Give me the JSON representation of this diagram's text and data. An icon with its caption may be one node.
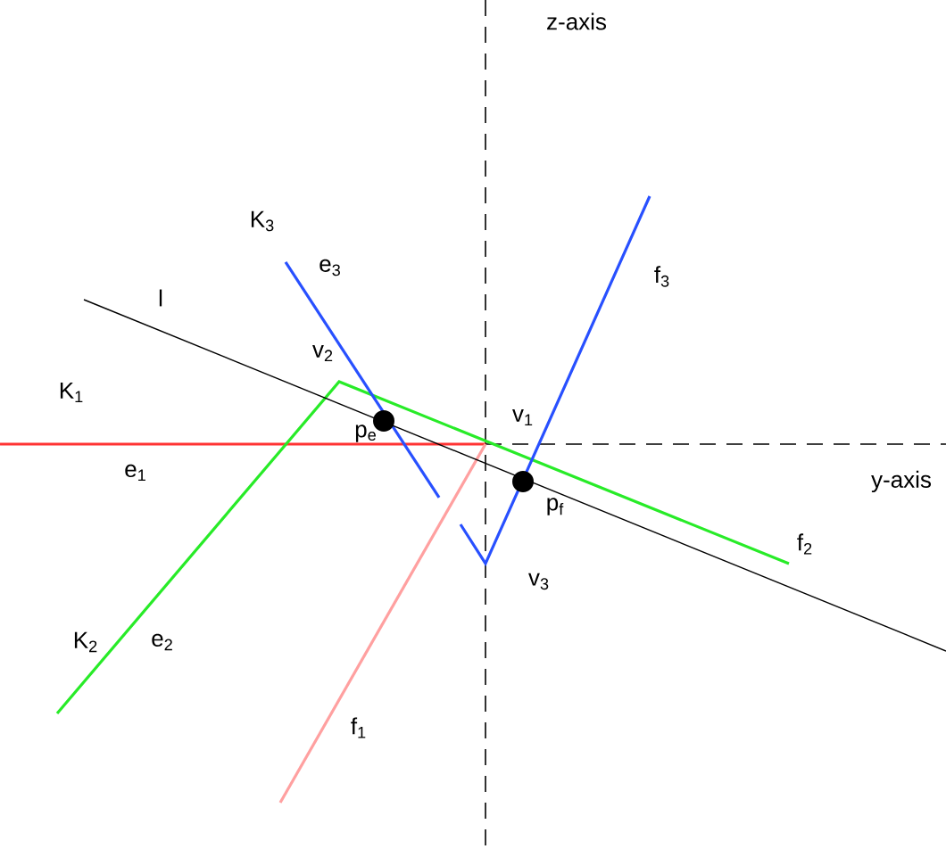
{
  "diagram": {
    "labels": [
      "z-axis",
      "K$_{3}$",
      "e$_{3}$",
      "f$_{3}$",
      "l",
      "v$_{2}$",
      "K$_{1}$",
      "v$_{1}$",
      "p$_{e}$",
      "e$_{1}$",
      "p$_{f}$",
      "y-axis",
      "f$_{2}$",
      "v$_{3}$",
      "K$_{2}$",
      "e$_{2}$",
      "f$_{1}$"
    ]
  }
}
